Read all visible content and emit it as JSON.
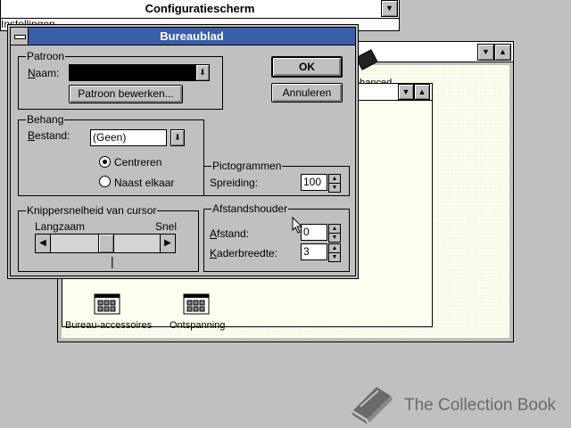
{
  "control_panel": {
    "title": "Configuratiescherm",
    "menu_partial": "Instellingen",
    "chip_label_partial": "nhanced"
  },
  "program_manager": {
    "groups": [
      {
        "label": "Bureau-accessoires"
      },
      {
        "label": "Ontspanning"
      }
    ]
  },
  "dialog": {
    "title": "Bureaublad",
    "ok_label": "OK",
    "cancel_label": "Annuleren",
    "patroon": {
      "title": "Patroon",
      "name_label": "Naam:",
      "name_value": "",
      "edit_button": "Patroon bewerken..."
    },
    "behang": {
      "title": "Behang",
      "file_label": "Bestand:",
      "file_value": "(Geen)",
      "center_label": "Centreren",
      "tile_label": "Naast elkaar",
      "selected": "center"
    },
    "pictogrammen": {
      "title": "Pictogrammen",
      "spacing_label": "Spreiding:",
      "spacing_value": "100"
    },
    "cursor": {
      "title": "Knippersnelheid van cursor",
      "slow_label": "Langzaam",
      "fast_label": "Snel",
      "slider_value": 0.5,
      "preview_cursor": "|"
    },
    "afstandshouder": {
      "title": "Afstandshouder",
      "distance_label": "Afstand:",
      "distance_value": "0",
      "border_label": "Kaderbreedte:",
      "border_value": "3"
    }
  },
  "watermark": {
    "text": "The Collection Book"
  }
}
